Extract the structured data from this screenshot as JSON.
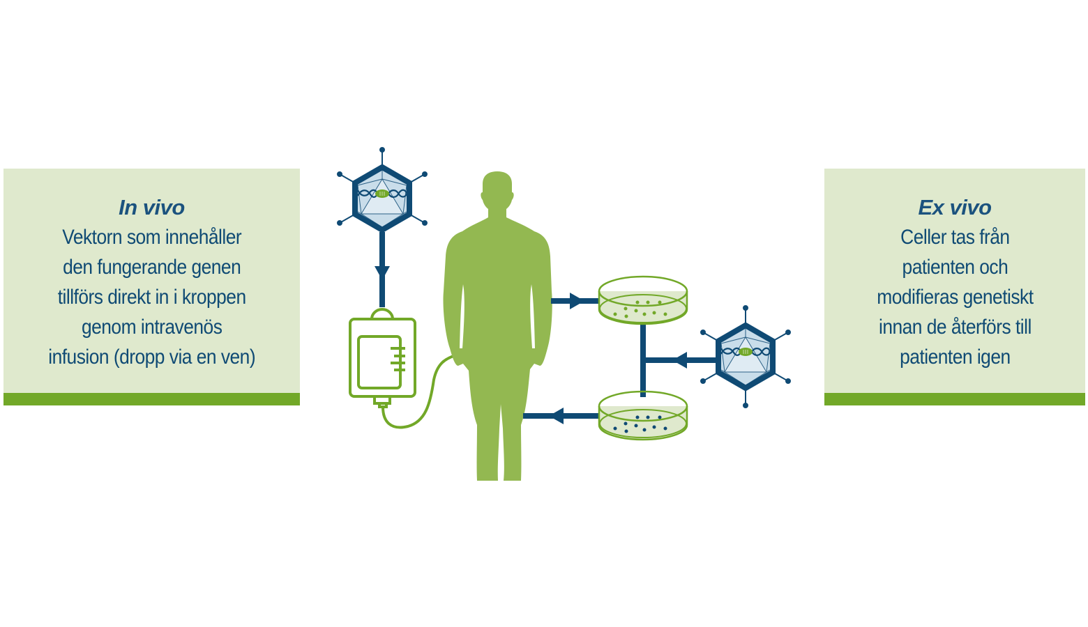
{
  "left_panel": {
    "title": "In vivo",
    "lines": [
      "Vektorn som innehåller",
      "den fungerande genen",
      "tillförs direkt in i kroppen",
      "genom intravenös",
      "infusion (dropp via en ven)"
    ]
  },
  "right_panel": {
    "title": "Ex vivo",
    "lines": [
      "Celler tas från",
      "patienten och",
      "modifieras genetiskt",
      "innan de återförs till",
      "patienten igen"
    ]
  },
  "colors": {
    "navy": "#0f4a74",
    "green": "#72a828",
    "body_green": "#93b851",
    "panel_bg": "#dfe9cd",
    "vector_fill": "#c9ddea",
    "vector_inner": "#e4eef5"
  },
  "icons": {
    "vector_left": "viral-vector-icon",
    "iv_bag": "iv-bag-icon",
    "patient": "human-silhouette",
    "dish_top": "petri-dish-untreated-icon",
    "dish_bottom": "petri-dish-modified-icon",
    "vector_right": "viral-vector-icon"
  }
}
